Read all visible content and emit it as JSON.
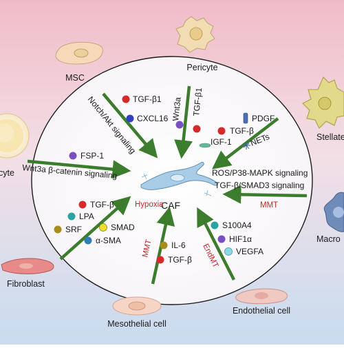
{
  "colors": {
    "bg_top": "#f2c2cc",
    "bg_bottom": "#cfe0f2",
    "arrow": "#3b7d2c",
    "red_text": "#c0282c",
    "dot_red": "#d62a2a",
    "dot_blue": "#2f3fbf",
    "dot_purple": "#7a4fc2",
    "dot_teal": "#2aa3a3",
    "dot_yellow": "#e8e22e",
    "dot_olive": "#a88d1a",
    "dot_lightblue": "#8fd6e6",
    "dot_steelblue": "#2f7fb5"
  },
  "cells": {
    "msc": "MSC",
    "pericyte": "Pericyte",
    "stellate": "Stellate",
    "adipocyte": "cyte",
    "macrophage": "Macro",
    "fibroblast": "Fibroblast",
    "mesothelial": "Mesothelial cell",
    "endothelial": "Endothelial cell",
    "caf": "CAF"
  },
  "pathways": {
    "notch_akt": "Notch/Akt signaling",
    "wnt3a_top": "Wnt3a",
    "tgfb1_top": "TGF-β1",
    "wnt_catenin": "Wnt3a β-catenin signaling",
    "ros_p38": "ROS/P38-MAPK signaling",
    "tgfb_smad3": "TGF-β/SMAD3 signaling",
    "mmt_right": "MMT",
    "hypoxia": "Hypoxia",
    "mmt_bottom": "MMT",
    "endmt": "EndMT"
  },
  "factors": {
    "tgfb1": "TGF-β1",
    "cxcl16": "CXCL16",
    "pdgf": "PDGF",
    "tgfb_right": "TGF-β",
    "igf1": "IGF-1",
    "nets": "NETs",
    "fsp1": "FSP-1",
    "tgfb_left": "TGF-β",
    "lpa": "LPA",
    "srf": "SRF",
    "smad": "SMAD",
    "asma": "α-SMA",
    "il6": "IL-6",
    "tgfb_bottom": "TGF-β",
    "s100a4": "S100A4",
    "hif1a": "HIF1α",
    "vegfa": "VEGFA"
  }
}
